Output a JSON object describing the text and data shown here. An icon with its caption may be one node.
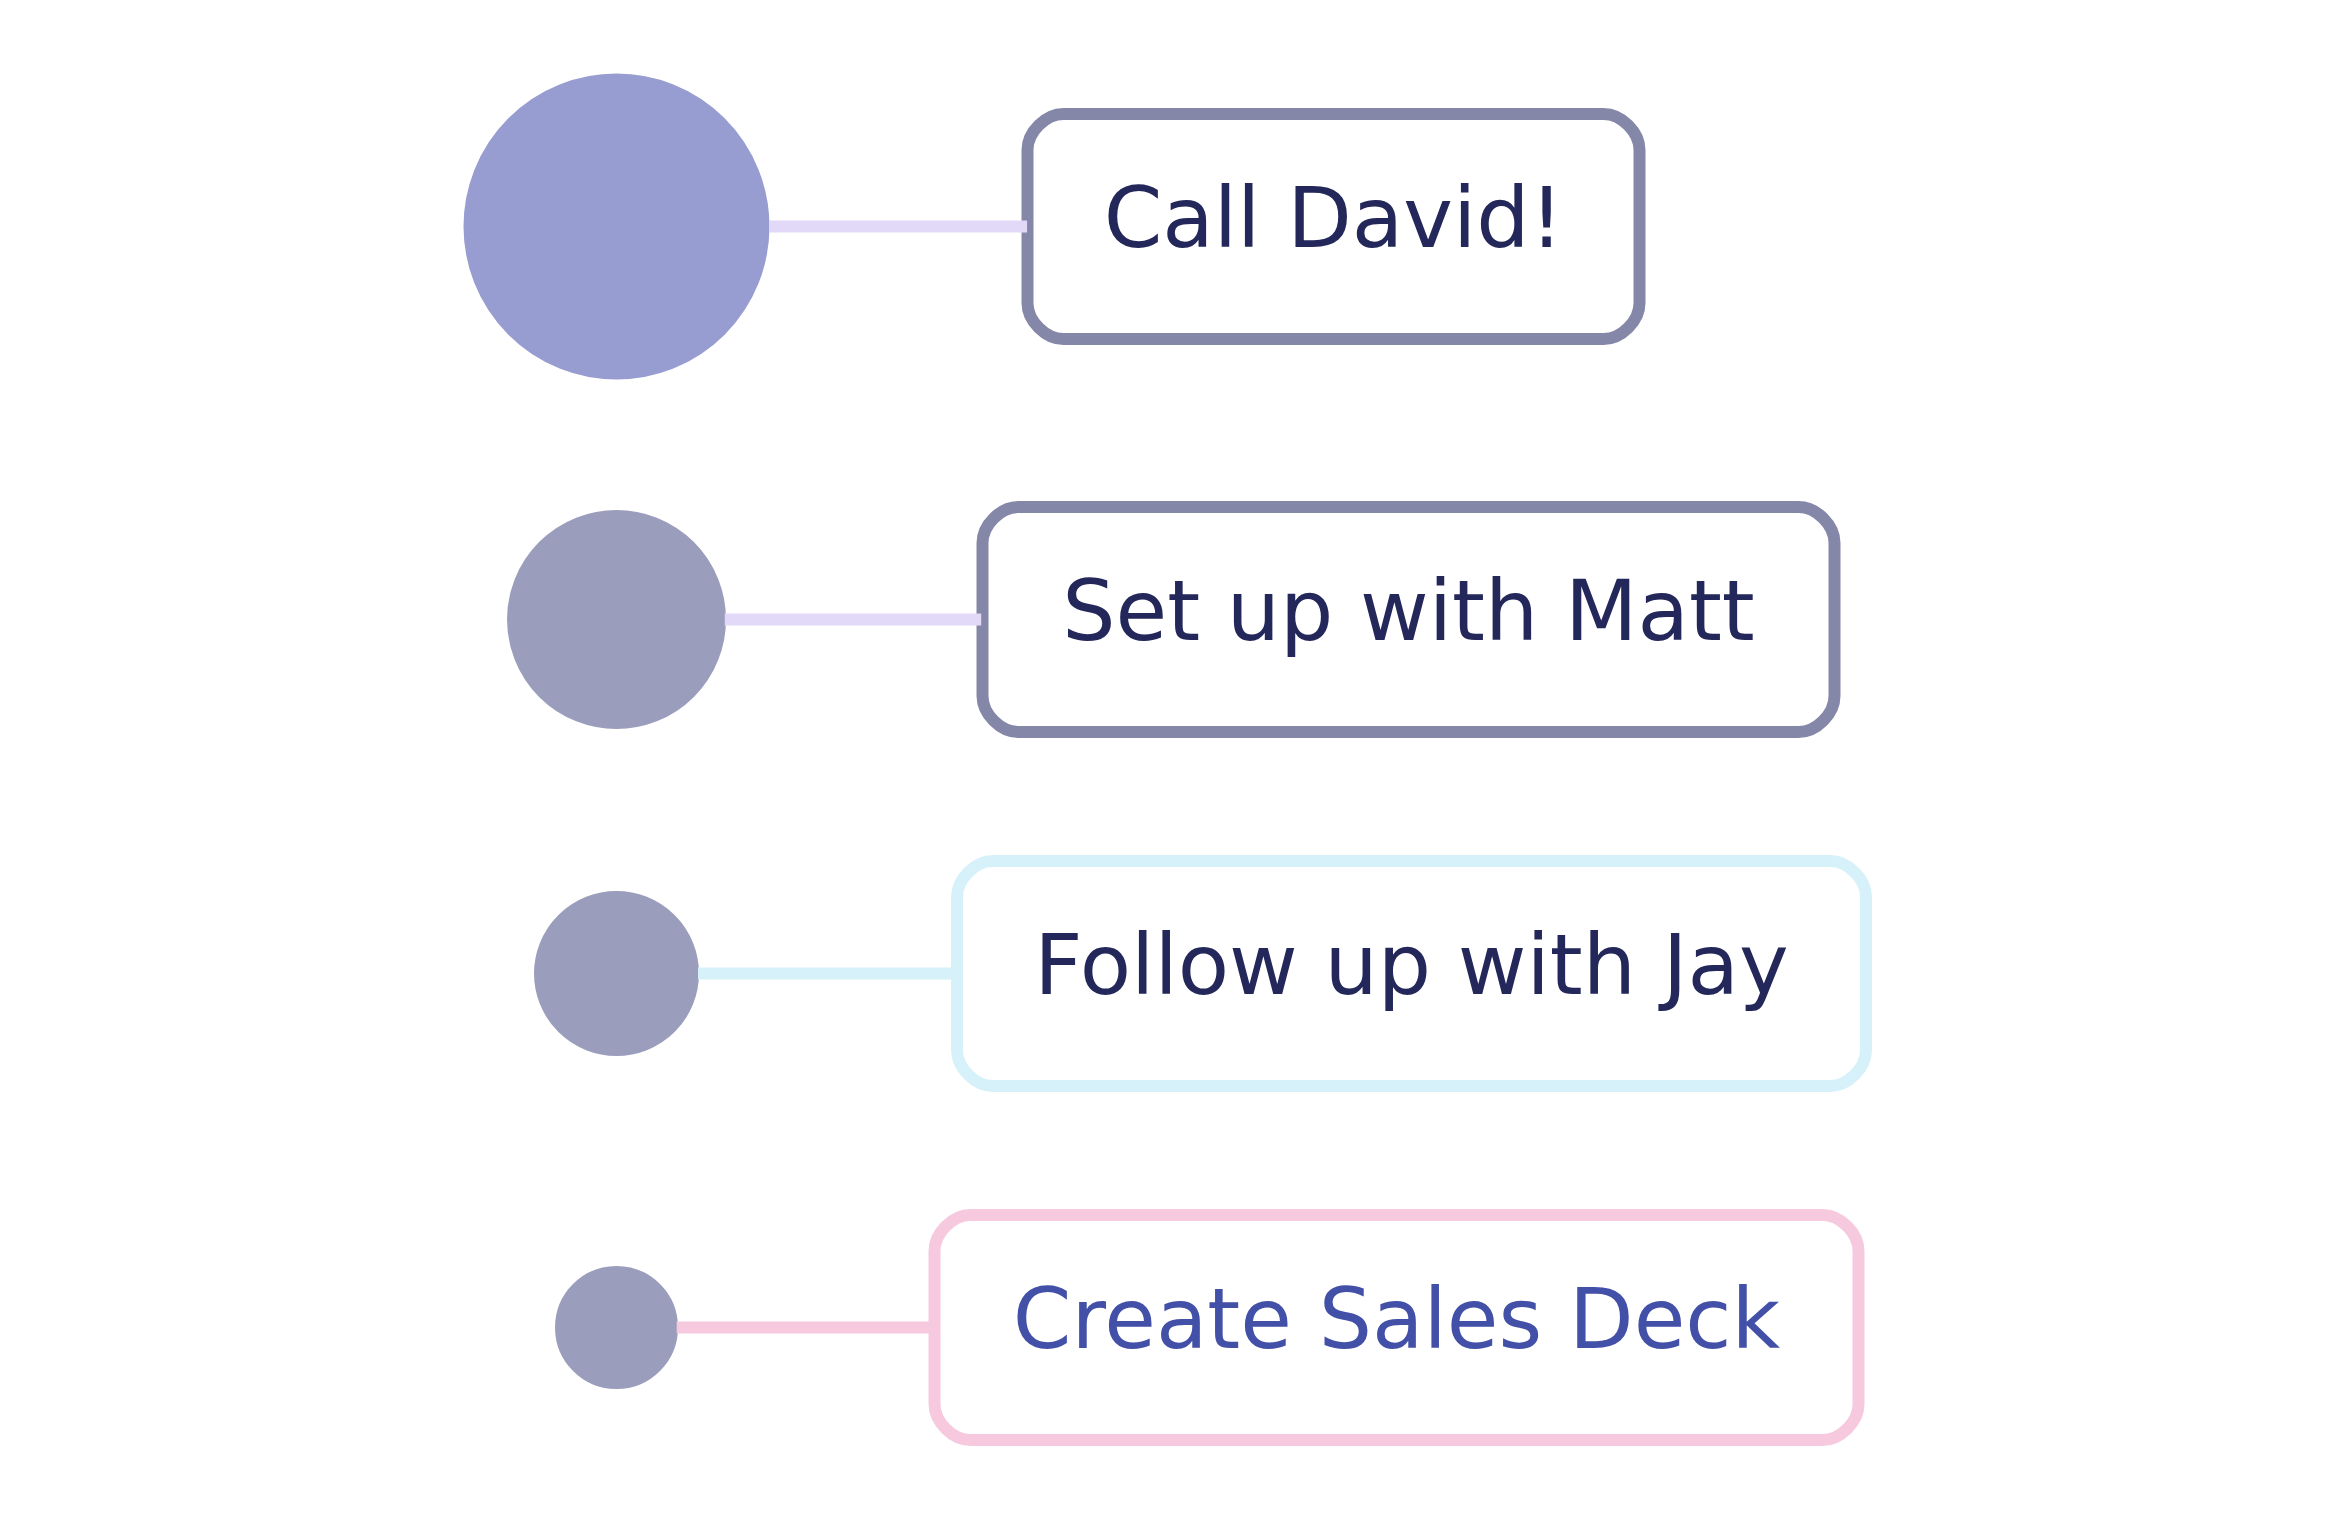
{
  "diagram": {
    "nodes": [
      {
        "text": [],
        "shape": "circle"
      },
      {
        "text": [
          "Call David!"
        ]
      },
      {
        "text": [
          "Set up with Matt"
        ]
      },
      {
        "text": [],
        "shape": "circle"
      },
      {
        "text": [
          "Follow up with Jay"
        ]
      },
      {
        "text": [],
        "shape": "circle"
      },
      {
        "text": [
          "Create Sales Deck"
        ]
      },
      {
        "text": [],
        "shape": "circle"
      }
    ],
    "edges": [
      {
        "from": 0,
        "to": 1,
        "arrow": "none"
      },
      {
        "from": 2,
        "to": 3,
        "arrow": "none"
      },
      {
        "from": 5,
        "to": 4,
        "arrow": "none",
        "color": "#d6f1fa"
      },
      {
        "from": 6,
        "to": 7,
        "arrow": "none",
        "color": "#f7c9df"
      }
    ]
  }
}
